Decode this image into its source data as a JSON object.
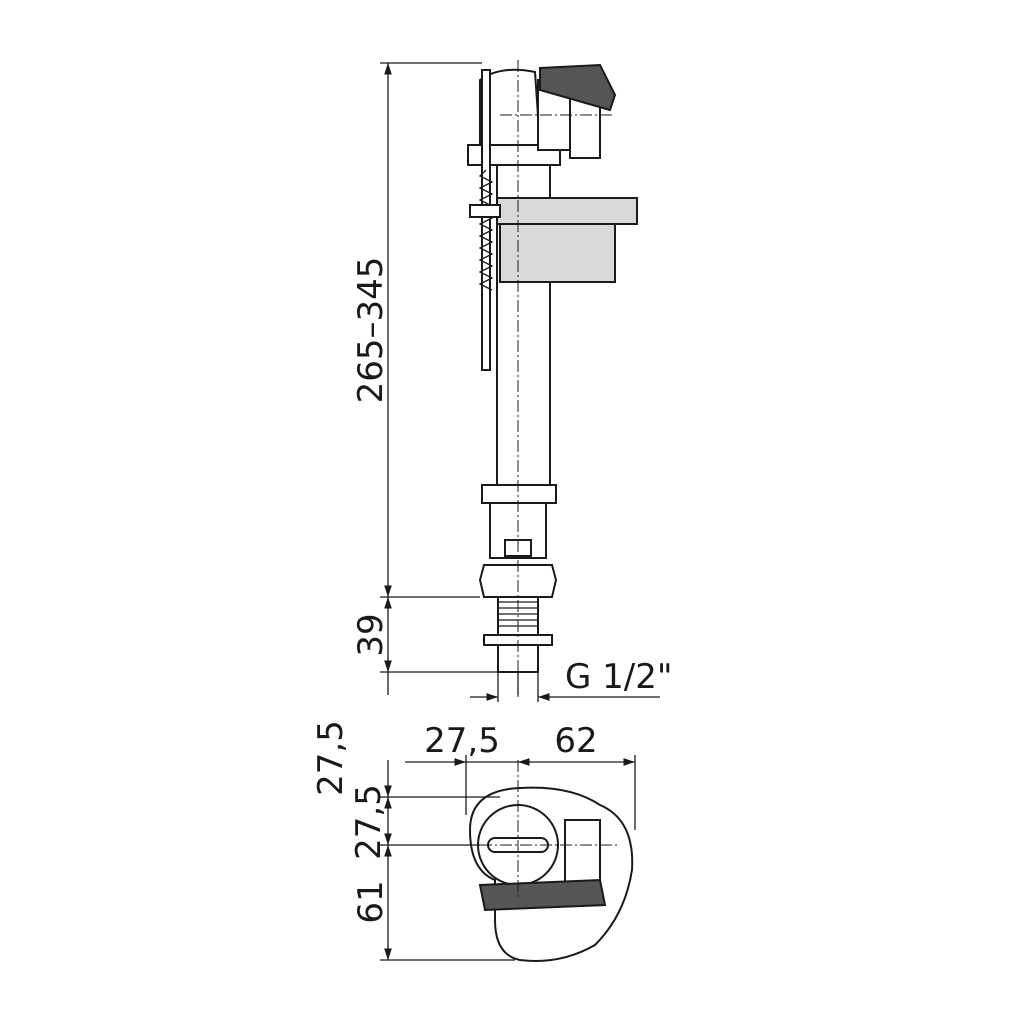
{
  "dimensions": {
    "total_height": "265–345",
    "thread_height": "39",
    "thread_size": "G 1/2\"",
    "offset_x": "27,5",
    "float_width": "62",
    "offset_y": "27,5",
    "float_depth": "61"
  },
  "colors": {
    "line": "#1a1a1a",
    "float": "#d9d9d9",
    "cap": "#555555"
  }
}
